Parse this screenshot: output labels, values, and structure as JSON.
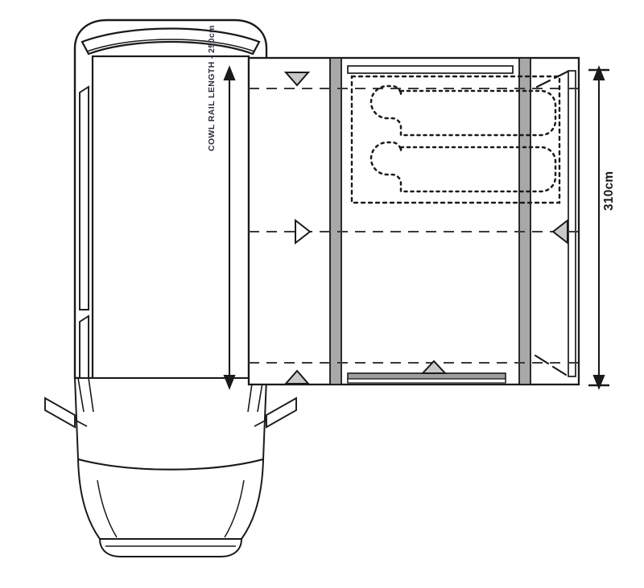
{
  "drawing": {
    "title": "Campervan drive-away awning plan view",
    "type": "technical-line-drawing"
  },
  "dimensions": {
    "cowl_rail": {
      "label": "COWL RAIL LENGTH - 250cm",
      "value": 250,
      "unit": "cm",
      "orientation": "vertical"
    },
    "overall_width": {
      "label": "310cm",
      "value": 310,
      "unit": "cm",
      "orientation": "vertical"
    }
  },
  "vehicle": {
    "name": "campervan",
    "view": "plan",
    "features": [
      "roof-panel",
      "sunroof-arc",
      "sliding-door",
      "rear-door",
      "wing-mirror-left",
      "wing-mirror-right",
      "windscreen",
      "bonnet",
      "front-bumper"
    ]
  },
  "awning": {
    "name": "drive-away-awning",
    "air_poles": 2,
    "bedroom_inner_tent": {
      "present": true,
      "occupants": 2,
      "style": "dotted-outline"
    },
    "front_panel": "window-panel",
    "door_bar": "ground-bar",
    "rolled_doors": 2
  },
  "markers": [
    {
      "name": "door-marker-top",
      "direction": "down",
      "fill": "grey"
    },
    {
      "name": "door-marker-left",
      "direction": "right",
      "fill": "none"
    },
    {
      "name": "door-marker-right",
      "direction": "left",
      "fill": "grey"
    },
    {
      "name": "door-marker-bottom-left",
      "direction": "up",
      "fill": "grey"
    },
    {
      "name": "door-marker-bottom-centre",
      "direction": "up",
      "fill": "grey"
    }
  ],
  "colors": {
    "line": "#1a1a1a",
    "pole_fill": "#a8a8a8",
    "marker_fill": "#c9c9c9",
    "bar_fill": "#9e9e9e",
    "background": "#ffffff"
  }
}
